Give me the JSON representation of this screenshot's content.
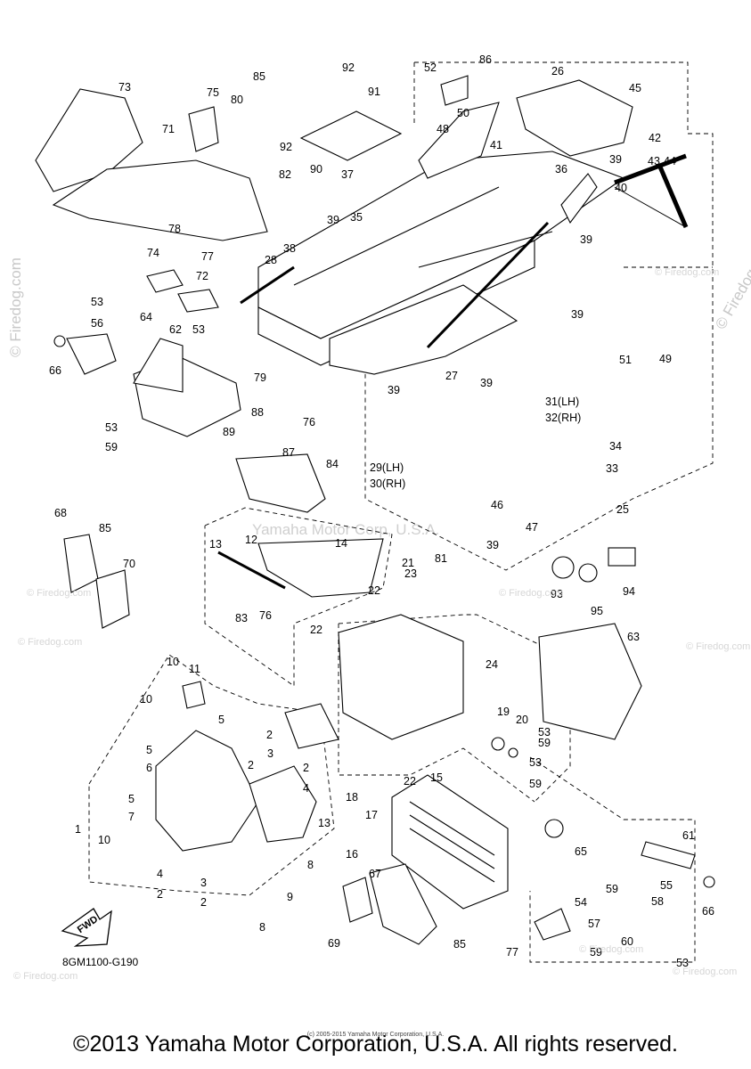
{
  "watermarks": {
    "left": "© Firedog.com",
    "right": "© Firedog.com",
    "center": "Yamaha Motor Corp, U.S.A.",
    "tiles": [
      "© Firedog.com",
      "© Firedog.com",
      "© Firedog.com",
      "© Firedog.com",
      "© Firedog.com",
      "© Firedog.com",
      "© Firedog.com",
      "© Firedog.com"
    ]
  },
  "diagram_code": "8GM1100-G190",
  "fwd_label": "FWD",
  "footer": "©2013 Yamaha Motor Corporation, U.S.A. All rights reserved.",
  "footer_small": "(c) 2005-2015 Yamaha Motor Corporation, U.S.A.",
  "callouts": [
    {
      "id": "c73",
      "text": "73"
    },
    {
      "id": "c71",
      "text": "71"
    },
    {
      "id": "c75",
      "text": "75"
    },
    {
      "id": "c85a",
      "text": "85"
    },
    {
      "id": "c80",
      "text": "80"
    },
    {
      "id": "c92a",
      "text": "92"
    },
    {
      "id": "c91",
      "text": "91"
    },
    {
      "id": "c52",
      "text": "52"
    },
    {
      "id": "c86",
      "text": "86"
    },
    {
      "id": "c26",
      "text": "26"
    },
    {
      "id": "c45",
      "text": "45"
    },
    {
      "id": "c50",
      "text": "50"
    },
    {
      "id": "c48",
      "text": "48"
    },
    {
      "id": "c41",
      "text": "41"
    },
    {
      "id": "c92b",
      "text": "92"
    },
    {
      "id": "c90",
      "text": "90"
    },
    {
      "id": "c82",
      "text": "82"
    },
    {
      "id": "c37",
      "text": "37"
    },
    {
      "id": "c39a",
      "text": "39"
    },
    {
      "id": "c35",
      "text": "35"
    },
    {
      "id": "c36",
      "text": "36"
    },
    {
      "id": "c42",
      "text": "42"
    },
    {
      "id": "c43",
      "text": "43"
    },
    {
      "id": "c44",
      "text": "44"
    },
    {
      "id": "c39b",
      "text": "39"
    },
    {
      "id": "c40",
      "text": "40"
    },
    {
      "id": "c78",
      "text": "78"
    },
    {
      "id": "c77a",
      "text": "77"
    },
    {
      "id": "c38",
      "text": "38"
    },
    {
      "id": "c28",
      "text": "28"
    },
    {
      "id": "c39c",
      "text": "39"
    },
    {
      "id": "c74",
      "text": "74"
    },
    {
      "id": "c72",
      "text": "72"
    },
    {
      "id": "c39d",
      "text": "39"
    },
    {
      "id": "c53a",
      "text": "53"
    },
    {
      "id": "c56",
      "text": "56"
    },
    {
      "id": "c64",
      "text": "64"
    },
    {
      "id": "c62",
      "text": "62"
    },
    {
      "id": "c53b",
      "text": "53"
    },
    {
      "id": "c66a",
      "text": "66"
    },
    {
      "id": "c79",
      "text": "79"
    },
    {
      "id": "c27",
      "text": "27"
    },
    {
      "id": "c39e",
      "text": "39"
    },
    {
      "id": "c39f",
      "text": "39"
    },
    {
      "id": "c51",
      "text": "51"
    },
    {
      "id": "c49",
      "text": "49"
    },
    {
      "id": "c31",
      "text": "31(LH)"
    },
    {
      "id": "c32",
      "text": "32(RH)"
    },
    {
      "id": "c34",
      "text": "34"
    },
    {
      "id": "c33",
      "text": "33"
    },
    {
      "id": "c53c",
      "text": "53"
    },
    {
      "id": "c59a",
      "text": "59"
    },
    {
      "id": "c88",
      "text": "88"
    },
    {
      "id": "c89",
      "text": "89"
    },
    {
      "id": "c76a",
      "text": "76"
    },
    {
      "id": "c87",
      "text": "87"
    },
    {
      "id": "c84",
      "text": "84"
    },
    {
      "id": "c29",
      "text": "29(LH)"
    },
    {
      "id": "c30",
      "text": "30(RH)"
    },
    {
      "id": "c46",
      "text": "46"
    },
    {
      "id": "c47",
      "text": "47"
    },
    {
      "id": "c39g",
      "text": "39"
    },
    {
      "id": "c25",
      "text": "25"
    },
    {
      "id": "c68",
      "text": "68"
    },
    {
      "id": "c85b",
      "text": "85"
    },
    {
      "id": "c70",
      "text": "70"
    },
    {
      "id": "c13a",
      "text": "13"
    },
    {
      "id": "c12",
      "text": "12"
    },
    {
      "id": "c14",
      "text": "14"
    },
    {
      "id": "c21",
      "text": "21"
    },
    {
      "id": "c81",
      "text": "81"
    },
    {
      "id": "c23",
      "text": "23"
    },
    {
      "id": "c22a",
      "text": "22"
    },
    {
      "id": "c93",
      "text": "93"
    },
    {
      "id": "c94",
      "text": "94"
    },
    {
      "id": "c95",
      "text": "95"
    },
    {
      "id": "c83",
      "text": "83"
    },
    {
      "id": "c76b",
      "text": "76"
    },
    {
      "id": "c22b",
      "text": "22"
    },
    {
      "id": "c63",
      "text": "63"
    },
    {
      "id": "c10a",
      "text": "10"
    },
    {
      "id": "c11",
      "text": "11"
    },
    {
      "id": "c24",
      "text": "24"
    },
    {
      "id": "c10b",
      "text": "10"
    },
    {
      "id": "c5a",
      "text": "5"
    },
    {
      "id": "c2a",
      "text": "2"
    },
    {
      "id": "c3a",
      "text": "3"
    },
    {
      "id": "c19",
      "text": "19"
    },
    {
      "id": "c20",
      "text": "20"
    },
    {
      "id": "c53d",
      "text": "53"
    },
    {
      "id": "c59b",
      "text": "59"
    },
    {
      "id": "c5b",
      "text": "5"
    },
    {
      "id": "c6",
      "text": "6"
    },
    {
      "id": "c2b",
      "text": "2"
    },
    {
      "id": "c2c",
      "text": "2"
    },
    {
      "id": "c4a",
      "text": "4"
    },
    {
      "id": "c53e",
      "text": "53"
    },
    {
      "id": "c59c",
      "text": "59"
    },
    {
      "id": "c5c",
      "text": "5"
    },
    {
      "id": "c7",
      "text": "7"
    },
    {
      "id": "c22c",
      "text": "22"
    },
    {
      "id": "c15",
      "text": "15"
    },
    {
      "id": "c18",
      "text": "18"
    },
    {
      "id": "c17",
      "text": "17"
    },
    {
      "id": "c1",
      "text": "1"
    },
    {
      "id": "c13b",
      "text": "13"
    },
    {
      "id": "c10c",
      "text": "10"
    },
    {
      "id": "c61",
      "text": "61"
    },
    {
      "id": "c16",
      "text": "16"
    },
    {
      "id": "c65",
      "text": "65"
    },
    {
      "id": "c4b",
      "text": "4"
    },
    {
      "id": "c2d",
      "text": "2"
    },
    {
      "id": "c3b",
      "text": "3"
    },
    {
      "id": "c2e",
      "text": "2"
    },
    {
      "id": "c8a",
      "text": "8"
    },
    {
      "id": "c9",
      "text": "9"
    },
    {
      "id": "c55",
      "text": "55"
    },
    {
      "id": "c66b",
      "text": "66"
    },
    {
      "id": "c67",
      "text": "67"
    },
    {
      "id": "c59d",
      "text": "59"
    },
    {
      "id": "c54",
      "text": "54"
    },
    {
      "id": "c58",
      "text": "58"
    },
    {
      "id": "c8b",
      "text": "8"
    },
    {
      "id": "c69",
      "text": "69"
    },
    {
      "id": "c85c",
      "text": "85"
    },
    {
      "id": "c77b",
      "text": "77"
    },
    {
      "id": "c57",
      "text": "57"
    },
    {
      "id": "c59e",
      "text": "59"
    },
    {
      "id": "c60",
      "text": "60"
    },
    {
      "id": "c53f",
      "text": "53"
    }
  ]
}
